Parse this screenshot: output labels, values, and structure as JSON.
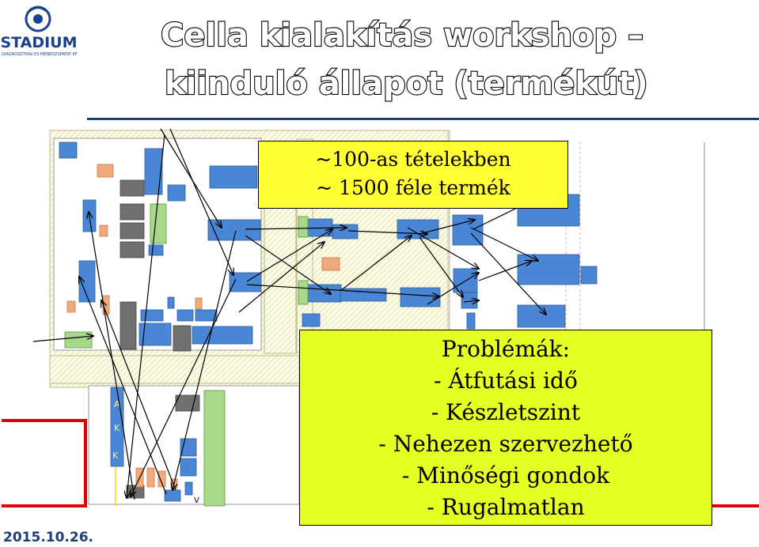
{
  "header": {
    "logo_text": "STADIUM",
    "logo_subtext": "DIAGNOSZTIKAI ÉS MENEDZSMENT KFT.",
    "title_line1": "Cella kialakítás workshop –",
    "title_line2": "kiinduló állapot (termékút)"
  },
  "info_box": {
    "line1": "~100-as tételekben",
    "line2": "~ 1500 féle termék"
  },
  "problems_box": {
    "heading": "Problémák:",
    "items": [
      "-  Átfutási idő",
      "-  Készletszint",
      "-  Nehezen szervezhető",
      "-  Minőségi gondok",
      "-  Rugalmatlan"
    ]
  },
  "layout_labels": {
    "a": "A",
    "k1": "K",
    "k2": "K",
    "v": "V"
  },
  "footer": {
    "date": "2015.10.26."
  },
  "colors": {
    "title_fill": "#ffffff",
    "title_stroke": "#000000",
    "rule": "#1f3d7a",
    "machine_blue": "#4a86d6",
    "machine_gray": "#707070",
    "machine_green": "#a8d88a",
    "machine_orange": "#f0aa7c",
    "info_box": "#ffff33",
    "problems_box": "#e6ff22",
    "red_line": "#e00000"
  }
}
